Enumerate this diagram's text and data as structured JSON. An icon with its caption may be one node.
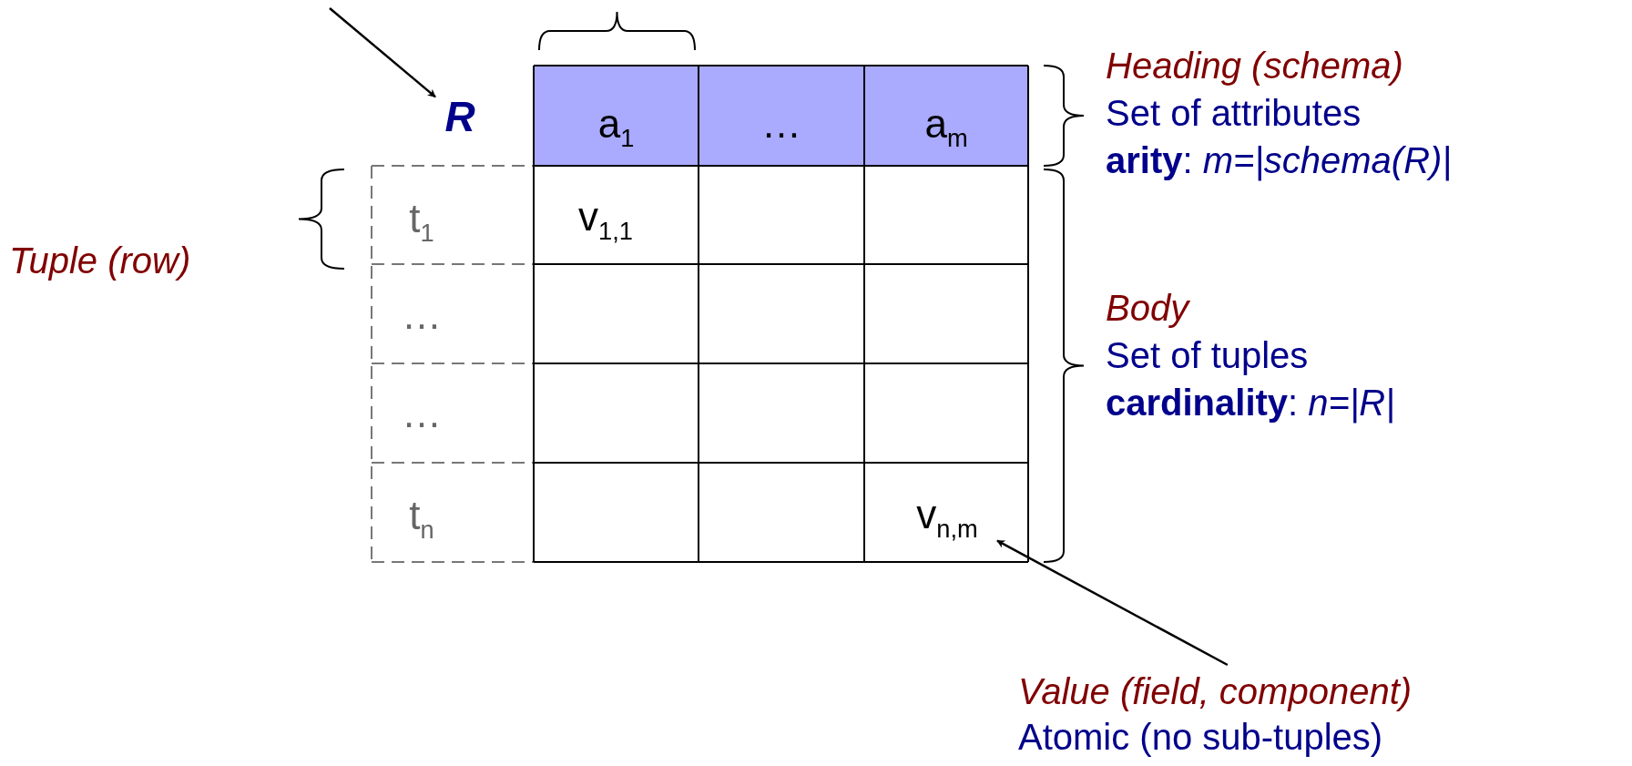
{
  "diagram": {
    "nodes": [
      {
        "text": [
          "R"
        ]
      },
      {
        "text": [
          "v$_{n,m}$"
        ]
      },
      {
        "text": [
          "Value (field, component)",
          "Atomic (no sub-tuples)"
        ]
      }
    ],
    "edges": [
      {
        "from": null,
        "to": 0,
        "arrow": "to"
      },
      {
        "from": 2,
        "to": 1,
        "arrow": "to"
      }
    ],
    "labels": [
      "a$_{1}$",
      "…",
      "a$_{m}$",
      "Heading (schema)",
      "Set of attributes",
      "**arity**: *m=|schema(R)|*",
      "Tuple (row)",
      "t$_{1}$",
      "v$_{1,1}$",
      "…",
      "…",
      "Body",
      "Set of tuples",
      "**cardinality**: *n=|R|*",
      "t$_{n}$"
    ]
  }
}
